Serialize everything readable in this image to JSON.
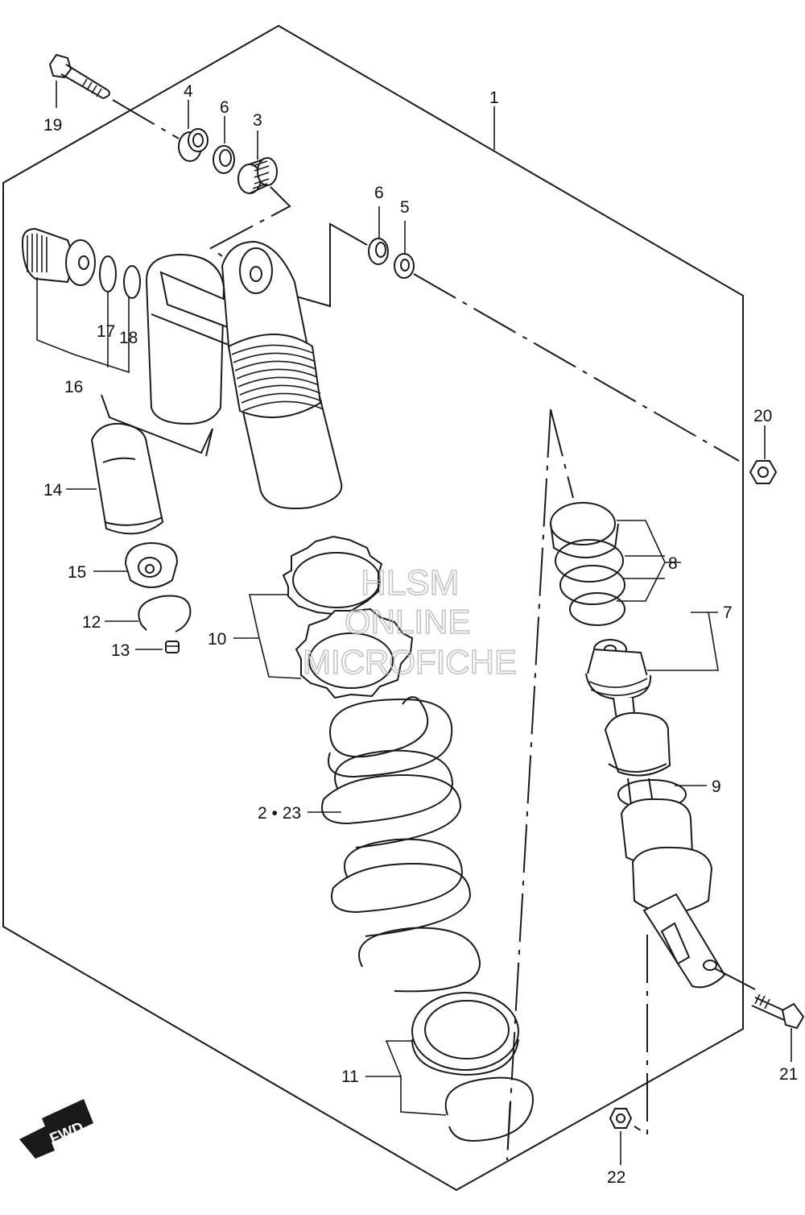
{
  "labels": {
    "p1": "1",
    "p2_23": "2 • 23",
    "p3": "3",
    "p4": "4",
    "p5": "5",
    "p6a": "6",
    "p6b": "6",
    "p7": "7",
    "p8": "8",
    "p9": "9",
    "p10": "10",
    "p11": "11",
    "p12": "12",
    "p13": "13",
    "p14": "14",
    "p15": "15",
    "p16": "16",
    "p17": "17",
    "p18": "18",
    "p19": "19",
    "p20": "20",
    "p21": "21",
    "p22": "22"
  },
  "watermark": {
    "line1": "HLSM",
    "line2": "ONLINE",
    "line3": "MICROFICHE"
  },
  "fwd_label": "FWD"
}
